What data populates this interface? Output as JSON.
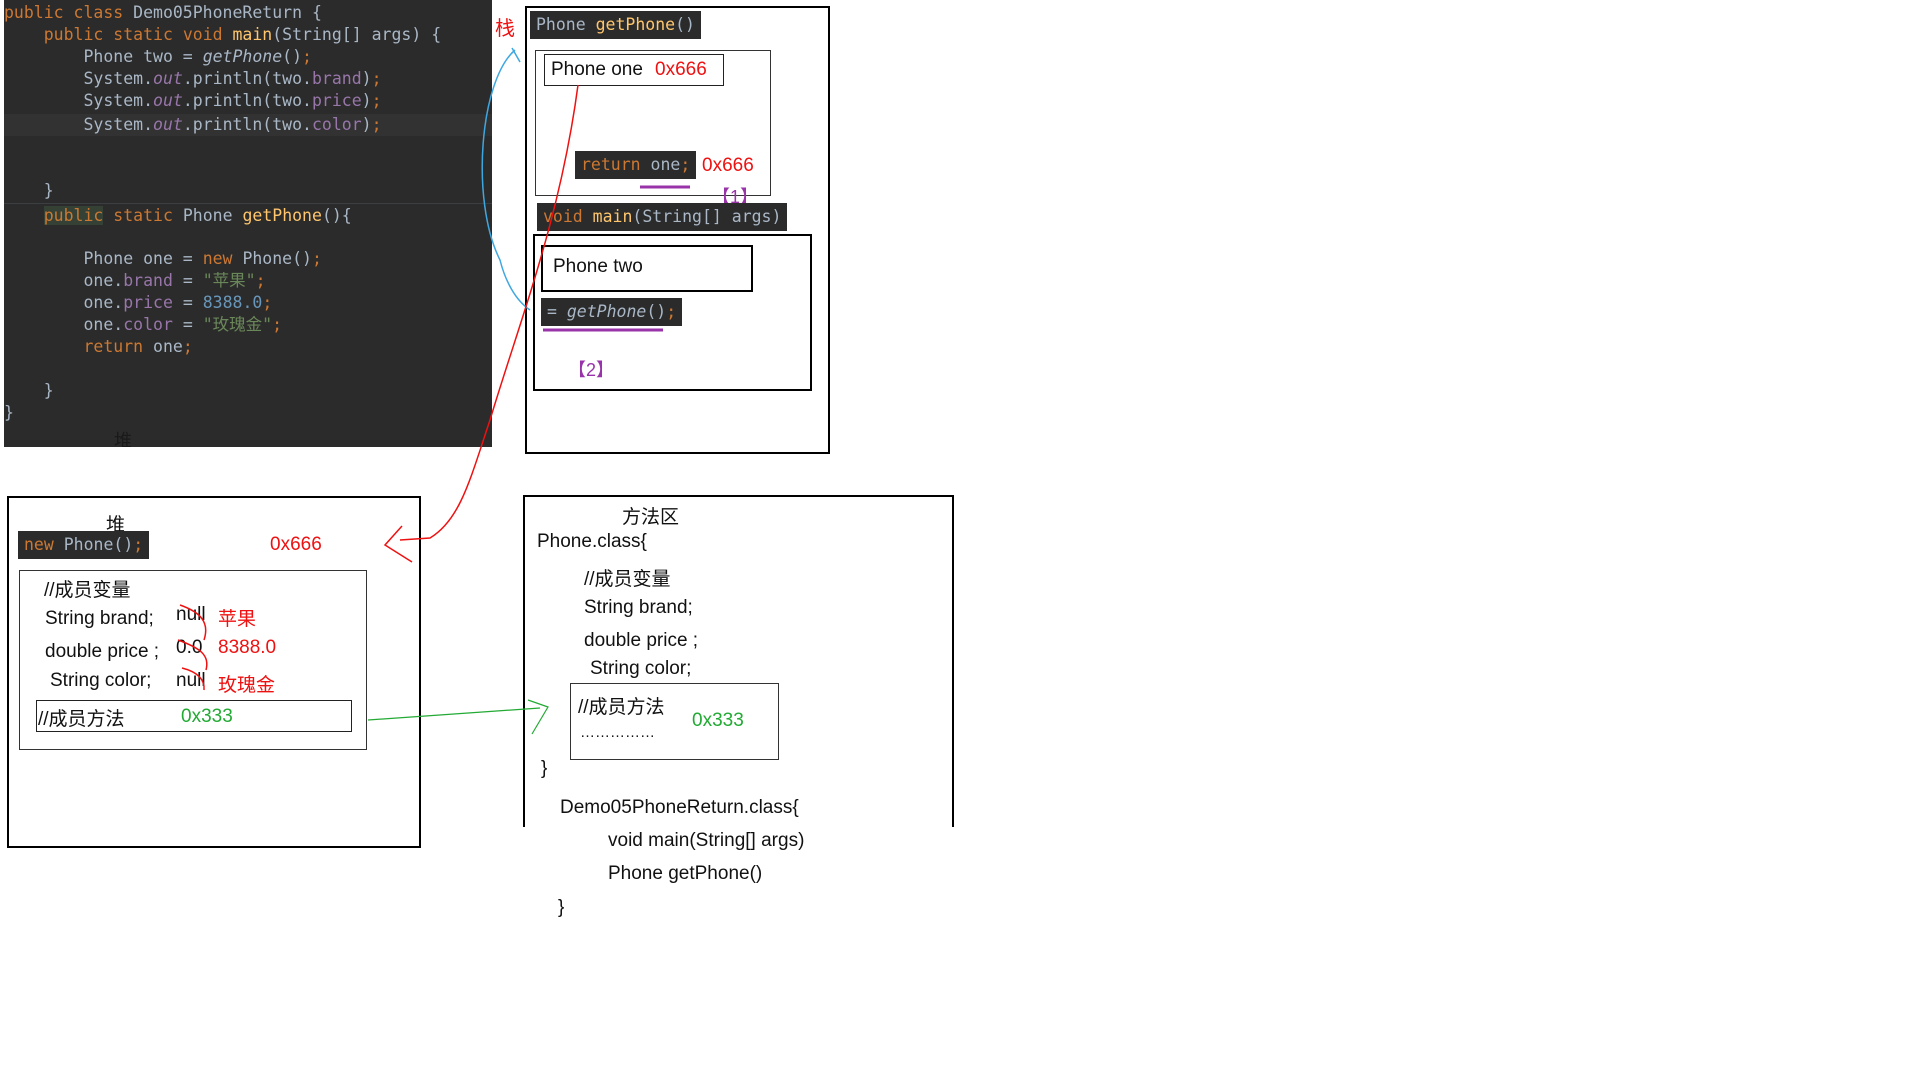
{
  "editor": {
    "lines": [
      [
        "public class Demo05PhoneReturn {"
      ],
      [
        "    public static void main(String[] args) {"
      ],
      [
        "        Phone two = getPhone();"
      ],
      [
        "        System.out.println(two.brand);"
      ],
      [
        "        System.out.println(two.price);"
      ],
      [
        "        System.out.println(two.color);"
      ],
      [
        "    }"
      ],
      [
        "    public static Phone getPhone(){"
      ],
      [
        "        Phone one = new Phone();"
      ],
      [
        "        one.brand = \"苹果\";"
      ],
      [
        "        one.price = 8388.0;"
      ],
      [
        "        one.color = \"玫瑰金\";"
      ],
      [
        "        return one;"
      ],
      [
        "    }"
      ],
      [
        "}"
      ]
    ],
    "heap_caption": "堆"
  },
  "stack": {
    "label": "栈",
    "getphone_header": "Phone getPhone()",
    "phone_one_label": "Phone one",
    "phone_one_addr": "0x666",
    "return_code": "return one;",
    "return_addr": "0x666",
    "frame1_marker": "【1】",
    "main_header": "void main(String[] args)",
    "phone_two_label": "Phone two",
    "getphone_call": "= getPhone();",
    "frame2_marker": "【2】"
  },
  "heap": {
    "title": "堆",
    "new_code": "new Phone();",
    "addr": "0x666",
    "member_vars_comment": "//成员变量",
    "fields": [
      {
        "decl": "String brand;",
        "default": "null",
        "value": "苹果"
      },
      {
        "decl": "double price ;",
        "default": "0.0",
        "value": "8388.0"
      },
      {
        "decl": "String color;",
        "default": "null",
        "value": "玫瑰金"
      }
    ],
    "member_methods_comment": "//成员方法",
    "methods_addr": "0x333"
  },
  "method_area": {
    "title": "方法区",
    "phone_class": "Phone.class{",
    "member_vars_comment": "//成员变量",
    "fields": [
      "String brand;",
      "double price ;",
      "String color;"
    ],
    "member_methods_comment": "//成员方法",
    "methods_ellipsis": "……………",
    "methods_addr": "0x333",
    "phone_close": "}",
    "demo_class": "Demo05PhoneReturn.class{",
    "demo_methods": [
      "void main(String[] args)",
      "Phone getPhone()"
    ],
    "demo_close": "}"
  },
  "colors": {
    "editor_bg": "#2b2b2b",
    "red_annotation": "#ee1111",
    "green_annotation": "#22aa33",
    "purple_annotation": "#9933aa",
    "blue_annotation": "#3fa7e0"
  }
}
